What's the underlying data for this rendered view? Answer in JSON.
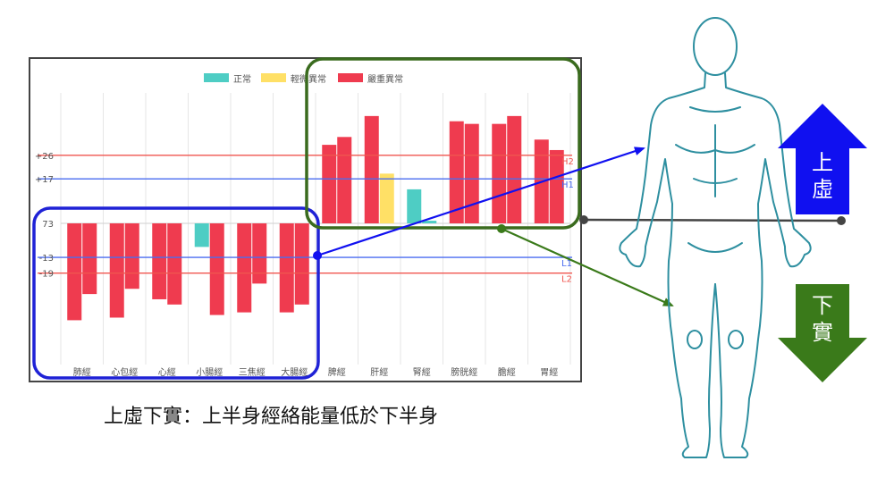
{
  "caption": "上虛下實：上半身經絡能量低於下半身",
  "arrows": {
    "up_label_1": "上",
    "up_label_2": "虛",
    "down_label_1": "下",
    "down_label_2": "實"
  },
  "colors": {
    "normal": "#4ecdc4",
    "mild": "#ffe066",
    "severe": "#ef3b4f",
    "line_red": "#f0564f",
    "line_blue": "#4a6cf0",
    "box_blue": "#1f22d6",
    "box_green": "#3a6b1e",
    "arrow_blue": "#1010f0",
    "arrow_green": "#3a7a1a",
    "body": "#2e8fa0"
  },
  "chart_data": {
    "type": "bar",
    "legend": {
      "placement": "top-center",
      "items": [
        {
          "label": "正常",
          "color_key": "normal"
        },
        {
          "label": "輕微異常",
          "color_key": "mild"
        },
        {
          "label": "嚴重異常",
          "color_key": "severe"
        }
      ]
    },
    "categories": [
      "肺經",
      "心包經",
      "心經",
      "小腸經",
      "三焦經",
      "大腸經",
      "脾經",
      "肝經",
      "腎經",
      "膀胱經",
      "膽經",
      "胃經"
    ],
    "series": [
      {
        "values": [
          -37,
          -36,
          -29,
          -9,
          -34,
          -34,
          30,
          41,
          13,
          39,
          38,
          32
        ],
        "status": [
          "severe",
          "severe",
          "severe",
          "normal",
          "severe",
          "severe",
          "severe",
          "severe",
          "normal",
          "severe",
          "severe",
          "severe"
        ]
      },
      {
        "values": [
          -27,
          -25,
          -31,
          -35,
          -23,
          -31,
          33,
          19,
          1,
          38,
          41,
          28
        ],
        "status": [
          "severe",
          "severe",
          "severe",
          "severe",
          "severe",
          "severe",
          "severe",
          "mild",
          "normal",
          "severe",
          "severe",
          "severe"
        ]
      }
    ],
    "y_tick_labels": [
      {
        "value": 26,
        "label": "+26"
      },
      {
        "value": 17,
        "label": "+17"
      },
      {
        "value": 0,
        "label": "73"
      },
      {
        "value": -13,
        "label": "-13"
      },
      {
        "value": -19,
        "label": "-19"
      }
    ],
    "ref_lines": [
      {
        "value": 26,
        "label": "H2",
        "color_key": "line_red"
      },
      {
        "value": 17,
        "label": "H1",
        "color_key": "line_blue"
      },
      {
        "value": -13,
        "label": "L1",
        "color_key": "line_blue"
      },
      {
        "value": -19,
        "label": "L2",
        "color_key": "line_red"
      }
    ],
    "ylim": [
      -55,
      55
    ],
    "grid": true
  }
}
